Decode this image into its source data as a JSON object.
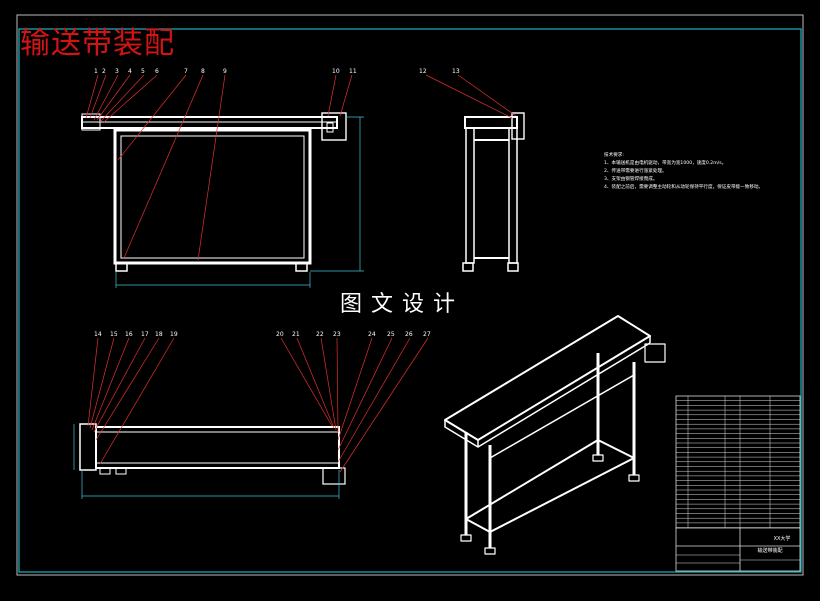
{
  "drawing_title": "输送带装配",
  "watermark": "图文设计",
  "callouts_front": [
    "1",
    "2",
    "3",
    "4",
    "5",
    "6",
    "7",
    "8",
    "9",
    "10",
    "11"
  ],
  "callouts_side": [
    "12",
    "13"
  ],
  "callouts_top": [
    "14",
    "15",
    "16",
    "17",
    "18",
    "19",
    "20",
    "21",
    "22",
    "23",
    "24",
    "25",
    "26",
    "27"
  ],
  "tech_notes": {
    "heading": "技术要求:",
    "lines": [
      "1、本输送机是由电机驱动，带宽为宽1000，速度0.2m/s。",
      "2、传送带需要进行涨紧处理。",
      "3、支架由钢管焊接而成。",
      "4、装配之前后，需要调整主动轮和从动轮保持平行度，保证皮带能一致移动。"
    ]
  },
  "title_block": {
    "school": "XX大学",
    "name": "输送带装配"
  }
}
